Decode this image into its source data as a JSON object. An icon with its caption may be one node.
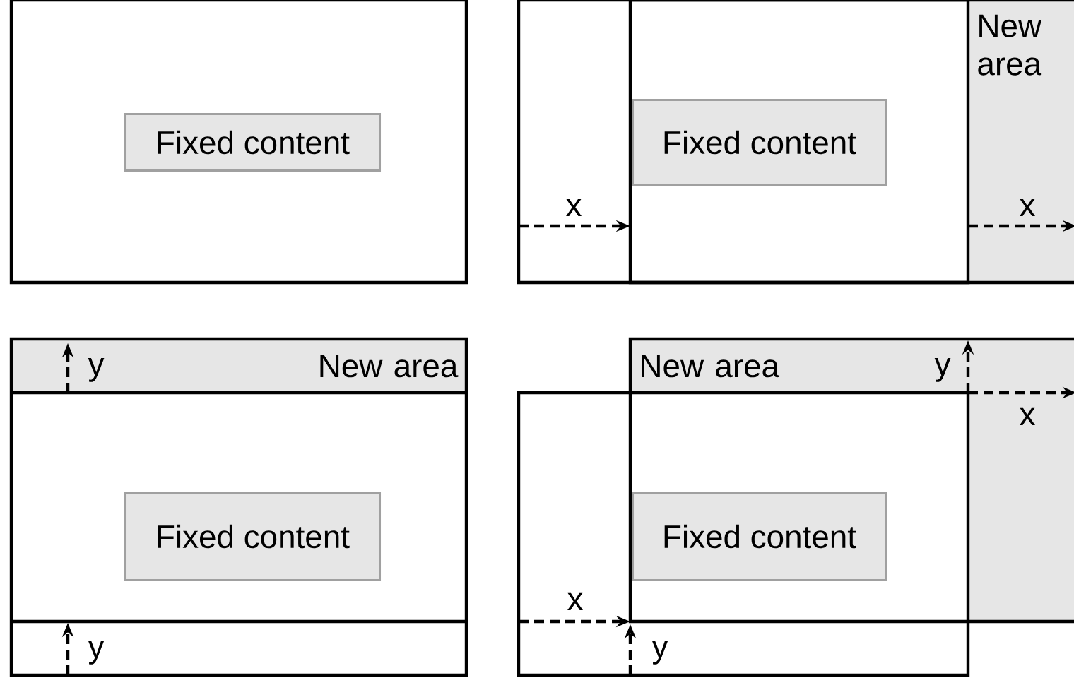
{
  "diagram": {
    "nodes": [
      {
        "text": [
          "Fixed content"
        ]
      },
      {
        "text": [
          "Fixed content"
        ]
      },
      {
        "text": [
          "New area"
        ]
      },
      {
        "text": [
          "New area"
        ]
      },
      {
        "text": [
          "New area"
        ]
      },
      {
        "text": [
          "Fixed content"
        ]
      },
      {
        "text": [
          "Fixed content"
        ]
      }
    ],
    "labels": [
      "x",
      "x",
      "y",
      "y",
      "x",
      "x",
      "y",
      "y"
    ]
  }
}
